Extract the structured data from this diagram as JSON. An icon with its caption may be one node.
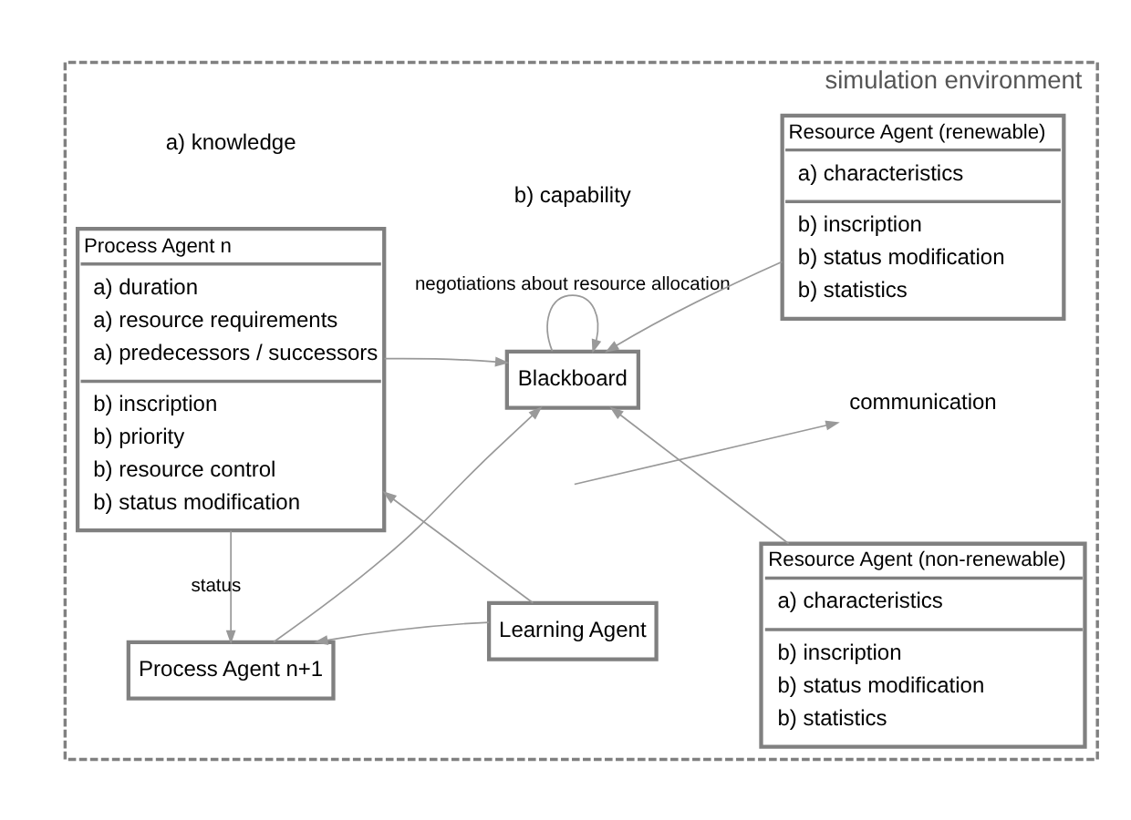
{
  "diagram": {
    "nodes": [
      {
        "text": [
          "simulation environment"
        ]
      },
      {
        "text": [
          "Process Agent n",
          "a) duration",
          "a) resource requirements",
          "a) predecessors / successors",
          "b) inscription",
          "b) priority",
          "b) resource control",
          "b) status modification"
        ],
        "in": 0
      },
      {
        "text": [
          "Blackboard"
        ],
        "in": 0
      },
      {
        "text": [
          "Resource Agent (renewable)",
          "a) characteristics",
          "b) inscription",
          "b) status modification",
          "b) statistics"
        ],
        "in": 0
      },
      {
        "text": [
          "Learning Agent"
        ],
        "in": 0
      },
      {
        "text": [
          "Resource Agent (non-renewable)",
          "a) characteristics",
          "b) inscription",
          "b) status modification",
          "b) statistics"
        ],
        "in": 0
      },
      {
        "text": [
          "Process Agent n+1"
        ],
        "in": 0
      }
    ],
    "edges": [
      {
        "from": 2,
        "to": 2,
        "arrow": "to",
        "label": "negotiations about resource allocation"
      },
      {
        "from": 1,
        "to": 2,
        "arrow": "to"
      },
      {
        "from": 3,
        "to": 2,
        "arrow": "to"
      },
      {
        "from": 4,
        "to": 1,
        "arrow": "to"
      },
      {
        "from": 6,
        "to": 2,
        "arrow": "to"
      },
      {
        "from": 4,
        "to": 6,
        "arrow": "to"
      },
      {
        "from": 5,
        "to": 2,
        "arrow": "to"
      },
      {
        "from": 1,
        "to": 6,
        "arrow": "to",
        "label": "status"
      }
    ],
    "labels": [
      "a) knowledge",
      "b) capability"
    ],
    "legend": [
      {
        "text": "communication"
      }
    ]
  }
}
